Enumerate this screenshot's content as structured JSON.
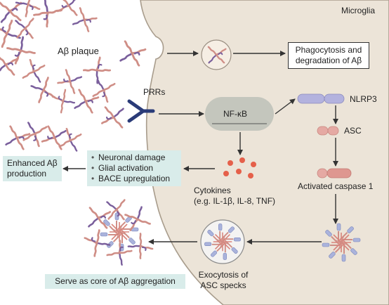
{
  "labels": {
    "microglia": "Microglia",
    "plaque": "Aβ plaque",
    "prrs": "PRRs",
    "nfkb": "NF-κB",
    "nlrp3": "NLRP3",
    "asc": "ASC",
    "caspase": "Activated caspase 1",
    "phagocytosis": [
      "Phagocytosis and",
      "degradation of Aβ"
    ],
    "effects": [
      "Neuronal damage",
      "Glial activation",
      "BACE upregulation"
    ],
    "enhanced": [
      "Enhanced Aβ",
      "production"
    ],
    "cytokines": [
      "Cytokines",
      "(e.g. IL-1β, IL-8, TNF)"
    ],
    "exocytosis": [
      "Exocytosis of",
      "ASC specks"
    ],
    "core": "Serve as core of Aβ aggregation"
  },
  "colors": {
    "cell": "#ece4d8",
    "membrane": "#a89c8c",
    "nucleus": "#c4c6bd",
    "mint": "#d9ecea",
    "fibril_pink": "#cf8e86",
    "fibril_purple": "#7a5f9c",
    "receptor": "#2a3b78",
    "nlrp3": "#b3b2de",
    "asc": "#e5a9a3",
    "caspase": "#de9790",
    "cytokine": "#e5604a",
    "arrow": "#333333"
  }
}
